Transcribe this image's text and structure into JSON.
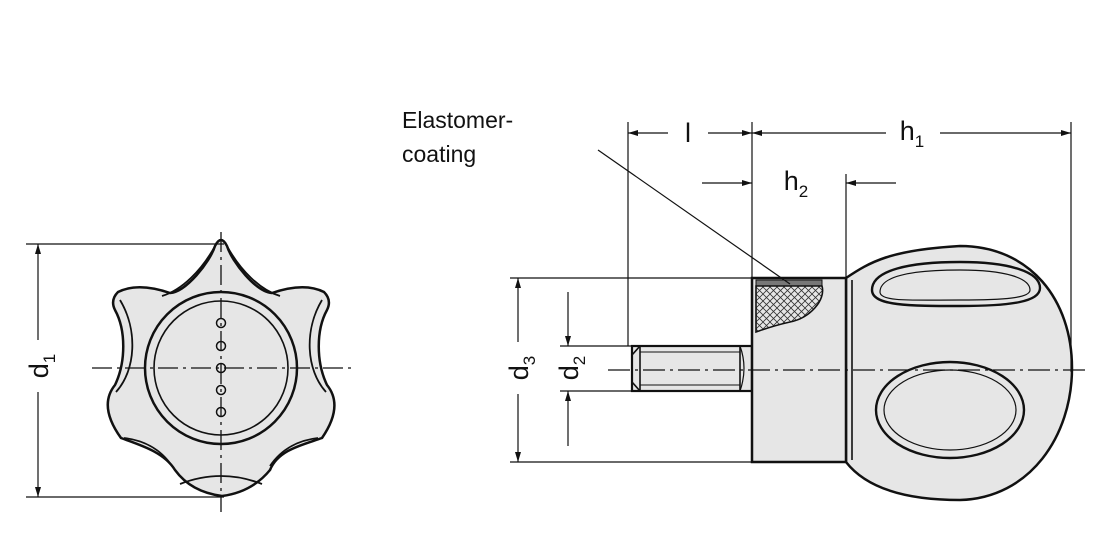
{
  "diagram": {
    "callout": {
      "line1": "Elastomer-",
      "line2": "coating"
    },
    "dimensions": {
      "d1": {
        "base": "d",
        "sub": "1"
      },
      "d2": {
        "base": "d",
        "sub": "2"
      },
      "d3": {
        "base": "d",
        "sub": "3"
      },
      "h1": {
        "base": "h",
        "sub": "1"
      },
      "h2": {
        "base": "h",
        "sub": "2"
      },
      "l": {
        "base": "l"
      }
    },
    "colors": {
      "fill": "#e6e6e6",
      "stroke": "#111111",
      "background": "#ffffff"
    }
  }
}
